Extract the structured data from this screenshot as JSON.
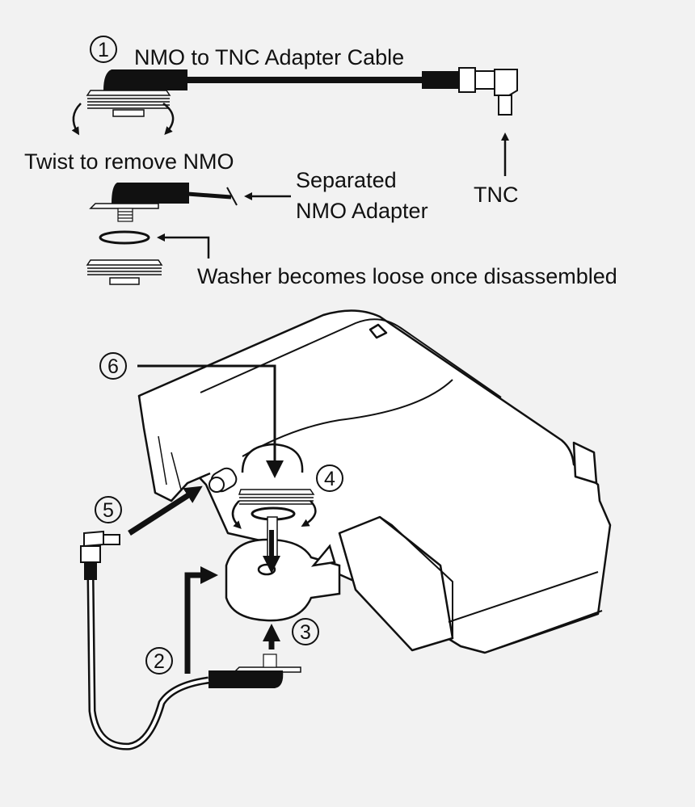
{
  "labels": {
    "title": "NMO to TNC Adapter Cable",
    "twist": "Twist to remove NMO",
    "separated_1": "Separated",
    "separated_2": "NMO Adapter",
    "tnc": "TNC",
    "washer": "Washer becomes loose once disassembled"
  },
  "steps": {
    "s1": "1",
    "s2": "2",
    "s3": "3",
    "s4": "4",
    "s5": "5",
    "s6": "6"
  },
  "colors": {
    "background": "#f2f2f2",
    "ink": "#111111",
    "fill": "#ffffff"
  }
}
